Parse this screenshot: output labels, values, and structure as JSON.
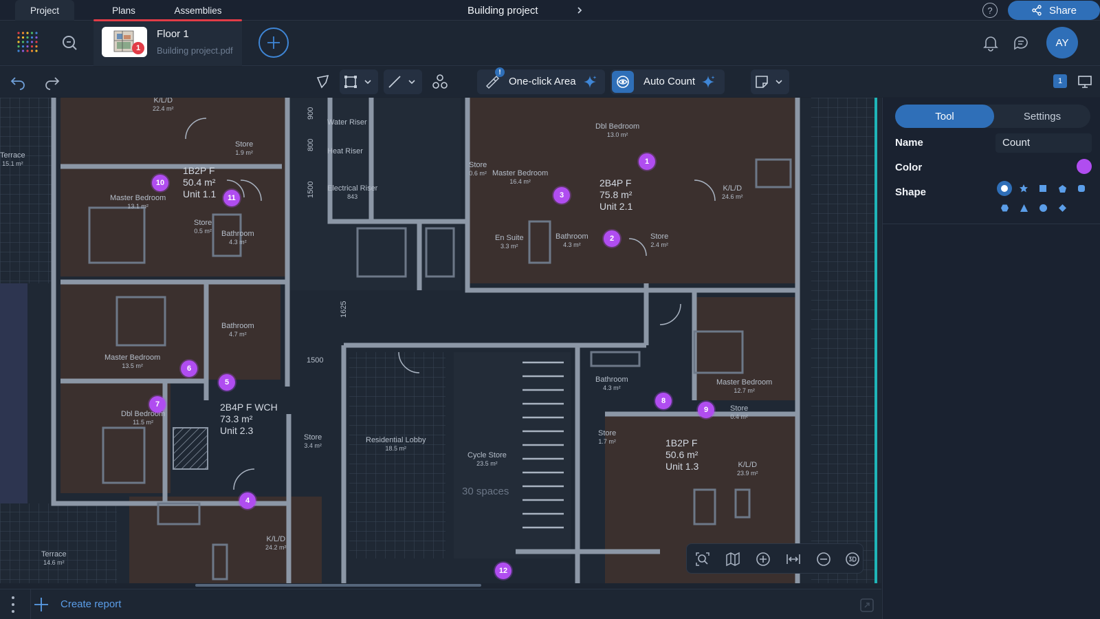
{
  "nav": {
    "tabs": [
      "Project",
      "Plans",
      "Assemblies"
    ],
    "document_title": "Building project",
    "help_glyph": "?",
    "share_label": "Share"
  },
  "file": {
    "name": "Floor 1",
    "source": "Building project.pdf",
    "badge_count": "1"
  },
  "user": {
    "initials": "AY"
  },
  "toolbar": {
    "one_click_area_label": "One-click Area",
    "one_click_badge": "!",
    "auto_count_label": "Auto Count",
    "layers_count": "1"
  },
  "plan": {
    "unit_labels": [
      {
        "text": "1B2P F",
        "line2": "50.4 m²",
        "line3": "Unit 1.1"
      },
      {
        "text": "2B4P F",
        "line2": "75.8 m²",
        "line3": "Unit 2.1"
      },
      {
        "text": "2B4P F WCH",
        "line2": "73.3 m²",
        "line3": "Unit 2.3"
      },
      {
        "text": "1B2P F",
        "line2": "50.6 m²",
        "line3": "Unit 1.3"
      }
    ],
    "room_labels": [
      {
        "name": "K/L/D",
        "area": "22.4 m²"
      },
      {
        "name": "Terrace",
        "area": "15.1 m²"
      },
      {
        "name": "Store",
        "area": "1.9 m²"
      },
      {
        "name": "Master Bedroom",
        "area": "13.1 m²"
      },
      {
        "name": "Store",
        "area": "0.5 m²"
      },
      {
        "name": "Bathroom",
        "area": "4.3 m²"
      },
      {
        "name": "Water Riser",
        "area": ""
      },
      {
        "name": "Heat Riser",
        "area": ""
      },
      {
        "name": "Electrical Riser",
        "area": "843"
      },
      {
        "name": "Dbl Bedroom",
        "area": "13.0 m²"
      },
      {
        "name": "Store",
        "area": "0.6 m²"
      },
      {
        "name": "Master Bedroom",
        "area": "16.4 m²"
      },
      {
        "name": "K/L/D",
        "area": "24.6 m²"
      },
      {
        "name": "En Suite",
        "area": "3.3 m²"
      },
      {
        "name": "Bathroom",
        "area": "4.3 m²"
      },
      {
        "name": "Store",
        "area": "2.4 m²"
      },
      {
        "name": "Bathroom",
        "area": "4.7 m²"
      },
      {
        "name": "Master Bedroom",
        "area": "13.5 m²"
      },
      {
        "name": "Dbl Bedroom",
        "area": "11.5 m²"
      },
      {
        "name": "Store",
        "area": "3.4 m²"
      },
      {
        "name": "Residential Lobby",
        "area": "18.5 m²"
      },
      {
        "name": "Cycle Store",
        "area": "23.5 m²"
      },
      {
        "name": "Bathroom",
        "area": "4.3 m²"
      },
      {
        "name": "Master Bedroom",
        "area": "12.7 m²"
      },
      {
        "name": "Store",
        "area": "0.4 m²"
      },
      {
        "name": "Store",
        "area": "1.7 m²"
      },
      {
        "name": "K/L/D",
        "area": "23.9 m²"
      },
      {
        "name": "K/L/D",
        "area": "24.2 m²"
      },
      {
        "name": "Terrace",
        "area": "14.6 m²"
      }
    ],
    "dimensions": [
      "900",
      "800",
      "1500",
      "1625",
      "1500"
    ],
    "cycle_spaces": "30 spaces",
    "count_markers": [
      "1",
      "2",
      "3",
      "4",
      "5",
      "6",
      "7",
      "8",
      "9",
      "10",
      "11",
      "12"
    ]
  },
  "bottom": {
    "create_report_label": "Create report"
  },
  "panel": {
    "tab_tool": "Tool",
    "tab_settings": "Settings",
    "name_label": "Name",
    "name_value": "Count",
    "color_label": "Color",
    "color_value": "#b04df0",
    "shape_label": "Shape",
    "shapes": [
      "circle",
      "star",
      "square",
      "pentagon",
      "rounded-square",
      "hexagon",
      "triangle",
      "circle-filled",
      "diamond"
    ],
    "selected_shape": "circle"
  },
  "colors": {
    "accent": "#2f6fb8",
    "marker": "#b04df0",
    "alert": "#e23c47",
    "link": "#5b9ee9"
  }
}
